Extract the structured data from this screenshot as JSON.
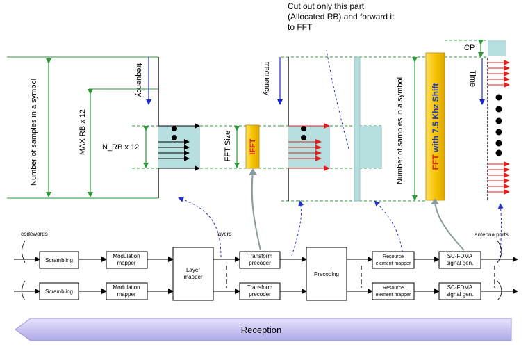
{
  "annotations": {
    "cutout_note": [
      "Cut out only this part",
      "(Allocated RB)  and forward it",
      "to FFT"
    ],
    "frequency_1": "frequency",
    "frequency_2": "frequency",
    "samples_left": "Number of samples in a symbol",
    "samples_right": "Number of samples in a symbol",
    "max_rb": "MAX  RB x 12",
    "n_rb": "N_RB x 12",
    "fft_size": "FFT Size",
    "cp": "CP",
    "time": "Time"
  },
  "blocks": {
    "ifft": "IFFT",
    "fft_shift_prefix": "FFT ",
    "fft_shift_suffix": "with 7.5 Khz Shift"
  },
  "chain": {
    "codewords": "codewords",
    "layers": "layers",
    "antenna_ports": "antenna ports",
    "scrambling": "Scrambling",
    "modulation_mapper": [
      "Modulation",
      "mapper"
    ],
    "layer_mapper": [
      "Layer",
      "mapper"
    ],
    "transform_precoder": [
      "Transform",
      "precoder"
    ],
    "precoding": "Precoding",
    "resource_element_mapper": [
      "Resource",
      "element mapper"
    ],
    "scfdma_signal_gen": [
      "SC-FDMA",
      "signal gen."
    ]
  },
  "banner": {
    "label": "Reception"
  },
  "colors": {
    "green": "#2a9a3a",
    "teal_fill": "#b8dfe0",
    "ifft_fill": "#f5c400",
    "red_arrow": "#e02020",
    "blue_dash": "#2233cc",
    "fft_red": "#e02020",
    "fft_blue": "#1a3cc8",
    "banner_fill": "#c8c4f0"
  }
}
